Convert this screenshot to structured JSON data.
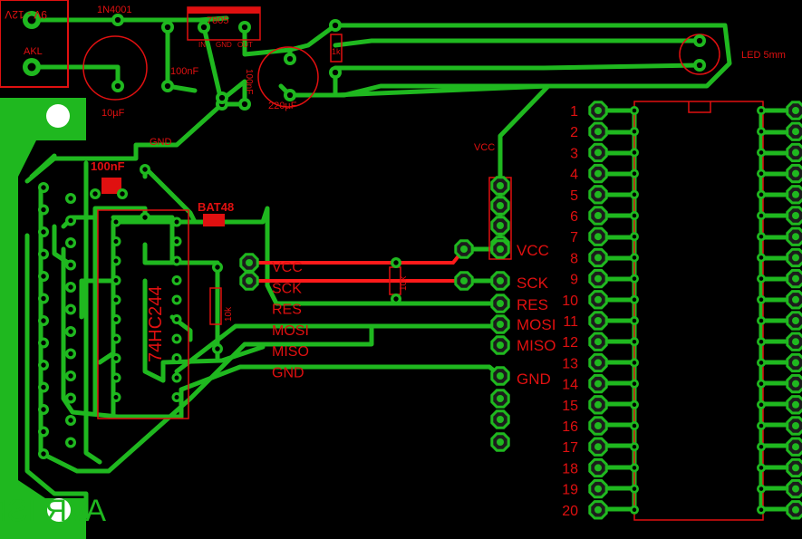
{
  "colors": {
    "background": "#000000",
    "copper": "#1fb81f",
    "silkscreen": "#e01010",
    "jumper": "#ff1a1a",
    "pad_ring": "#1c1c1c"
  },
  "labels": {
    "supply_label": "9V - 12V",
    "akl": "AKL",
    "diode": "1N4001",
    "regulator": "7805",
    "reg_in": "IN",
    "reg_gnd": "GND",
    "reg_out": "OUT",
    "cap_100nf_top": "100nF",
    "cap_100nf_side": "100nF",
    "cap_10uf": "10µF",
    "cap_220uf": "220µF",
    "resistor_1k": "1k",
    "led": "LED 5mm",
    "gnd_trace": "GND",
    "vcc_trace": "VCC",
    "cap_100nf_mid": "100nF",
    "diode_bat": "BAT48",
    "ic": "74HC244",
    "resistor_10k_a": "10k",
    "resistor_10k_b": "10k",
    "board_title": "AVR ISP 6"
  },
  "signals_left": [
    "VCC",
    "SCK",
    "RES",
    "MOSI",
    "MISO",
    "GND"
  ],
  "header_right": [
    "VCC",
    "SCK",
    "RES",
    "MOSI",
    "MISO",
    "GND"
  ],
  "socket_pins": [
    "1",
    "2",
    "3",
    "4",
    "5",
    "6",
    "7",
    "8",
    "9",
    "10",
    "11",
    "12",
    "13",
    "14",
    "15",
    "16",
    "17",
    "18",
    "19",
    "20"
  ]
}
